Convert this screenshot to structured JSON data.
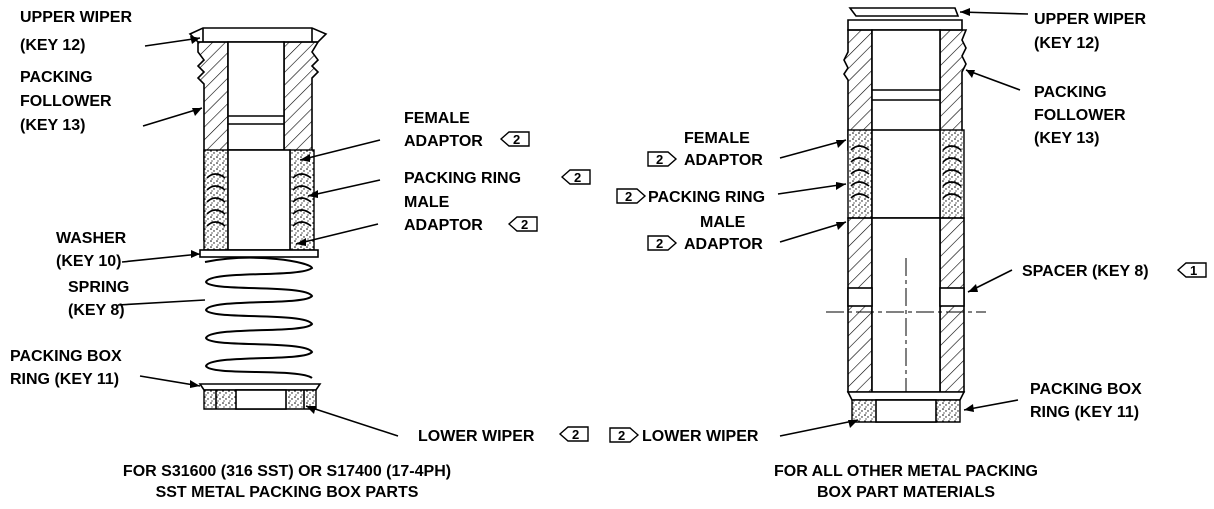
{
  "left_assembly": {
    "labels": {
      "upper_wiper": [
        "UPPER WIPER",
        "(KEY 12)"
      ],
      "packing_follower": [
        "PACKING",
        "FOLLOWER",
        "(KEY 13)"
      ],
      "female_adaptor": [
        "FEMALE",
        "ADAPTOR"
      ],
      "packing_ring": "PACKING RING",
      "male_adaptor": [
        "MALE",
        "ADAPTOR"
      ],
      "washer": [
        "WASHER",
        "(KEY 10)"
      ],
      "spring": [
        "SPRING",
        "(KEY 8)"
      ],
      "packing_box_ring": [
        "PACKING BOX",
        "RING (KEY 11)"
      ],
      "lower_wiper": "LOWER WIPER"
    },
    "note_flag": "2",
    "caption": [
      "FOR S31600 (316 SST) OR S17400 (17-4PH)",
      "SST METAL PACKING BOX PARTS"
    ]
  },
  "right_assembly": {
    "labels": {
      "upper_wiper": [
        "UPPER WIPER",
        "(KEY 12)"
      ],
      "packing_follower": [
        "PACKING",
        "FOLLOWER",
        "(KEY 13)"
      ],
      "female_adaptor": [
        "FEMALE",
        "ADAPTOR"
      ],
      "packing_ring": "PACKING RING",
      "male_adaptor": [
        "MALE",
        "ADAPTOR"
      ],
      "spacer": "SPACER (KEY 8)",
      "packing_box_ring": [
        "PACKING BOX",
        "RING (KEY 11)"
      ],
      "lower_wiper": "LOWER WIPER"
    },
    "note_flag": "2",
    "spacer_flag": "1",
    "caption": [
      "FOR ALL OTHER METAL PACKING",
      "BOX PART MATERIALS"
    ]
  }
}
